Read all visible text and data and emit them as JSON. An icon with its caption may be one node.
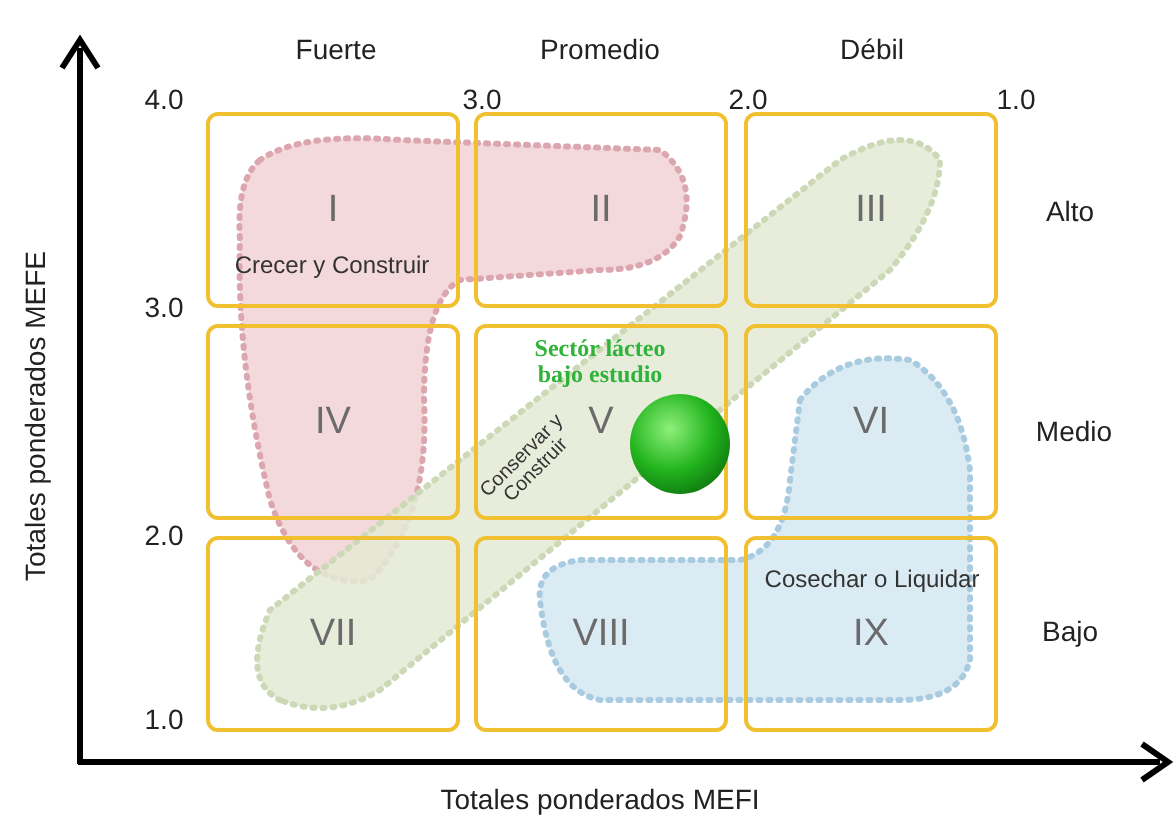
{
  "diagram": {
    "nodes": [
      {
        "text": [
          "I"
        ]
      },
      {
        "text": [
          "II"
        ]
      },
      {
        "text": [
          "III"
        ]
      },
      {
        "text": [
          "IV"
        ]
      },
      {
        "text": [
          "V"
        ]
      },
      {
        "text": [
          "VI"
        ]
      },
      {
        "text": [
          "VII"
        ]
      },
      {
        "text": [
          "VIII"
        ]
      },
      {
        "text": [
          "IX"
        ]
      }
    ],
    "labels": [
      "Fuerte",
      "Promedio",
      "Débil",
      "4.0",
      "3.0",
      "2.0",
      "1.0",
      "Alto",
      "Crecer y Construir",
      "3.0",
      "Sectór lácteo bajo estudio",
      "Medio",
      "Conservar y Construir",
      "2.0",
      "Cosechar o Liquidar",
      "Bajo",
      "1.0",
      "Totales ponderados MEFE",
      "Totales ponderados MEFI"
    ]
  }
}
